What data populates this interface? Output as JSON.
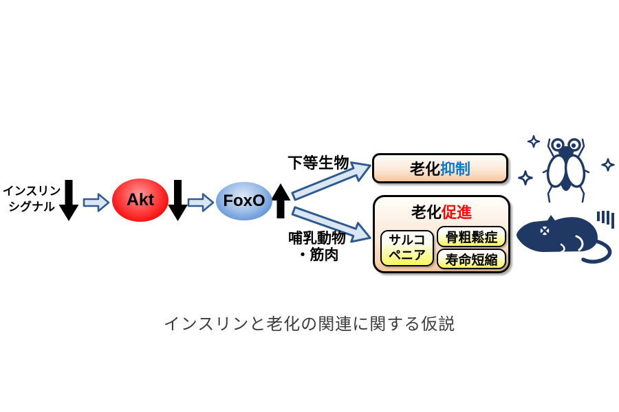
{
  "caption": "インスリンと老化の関連に関する仮説",
  "pathway": {
    "insulin_label": "インスリン\nシグナル",
    "akt": "Akt",
    "foxo": "FoxO"
  },
  "branches": {
    "upper": "下等生物",
    "lower": "哺乳動物\n・筋肉"
  },
  "suppress_box": {
    "prefix": "老化",
    "highlight": "抑制"
  },
  "promote_box": {
    "prefix": "老化",
    "highlight": "促進",
    "sarcopenia": "サルコ\nペニア",
    "osteoporosis": "骨粗鬆症",
    "lifespan": "寿命短縮"
  },
  "icons": {
    "fly": "fly-icon",
    "mouse": "mouse-icon",
    "sparkles": "sparkle-icons",
    "stress_marks": "stress-marks-icon"
  },
  "colors": {
    "icon_navy": "#1f3864",
    "hollow_arrow_fill": "#dbe6f3",
    "hollow_arrow_stroke": "#2e5a8f",
    "akt_node_red": "#f40b0b",
    "foxo_node_blue": "#5b8fd4",
    "suppress_highlight_blue": "#0b79c4",
    "promote_highlight_red": "#fe0606",
    "outcome_box_peach": "#f5c69e",
    "sub_box_yellow": "#f7f75c"
  }
}
